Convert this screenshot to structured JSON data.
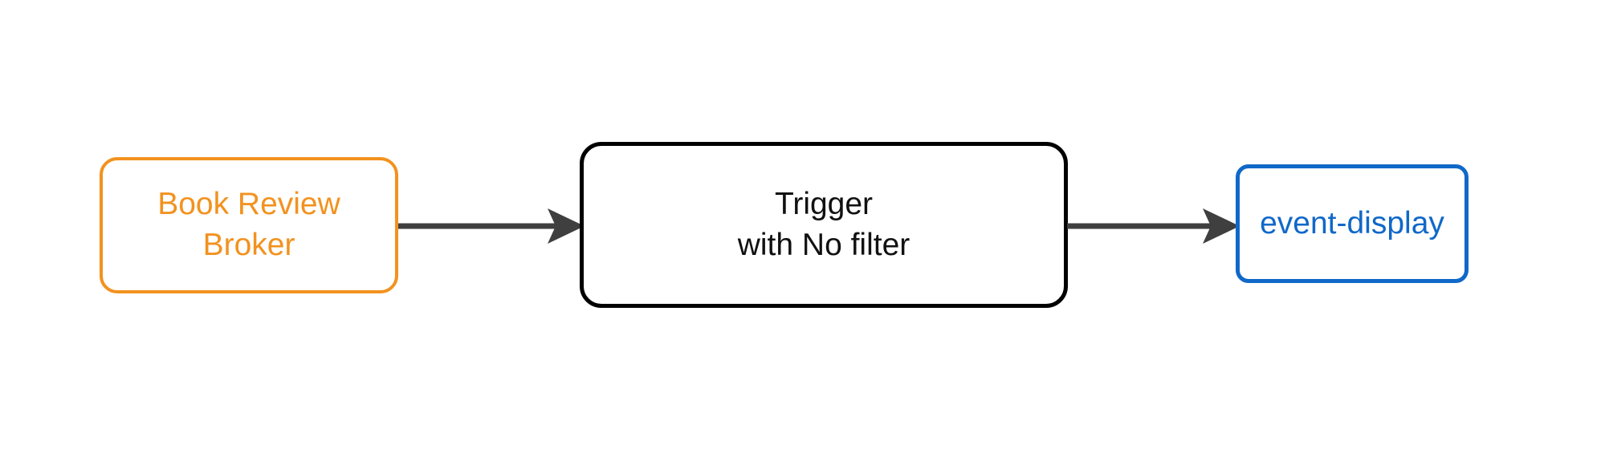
{
  "diagram": {
    "title": "",
    "background_color": "#ffffff",
    "type": "flow-diagram",
    "direction": "left-to-right",
    "nodes": [
      {
        "id": "book-review-broker",
        "role": "source-broker",
        "lines": [
          "Book Review",
          "Broker"
        ],
        "border_color": "#f2921f",
        "text_color": "#f2921f",
        "fill_color": "#ffffff",
        "shape": "rounded-rectangle"
      },
      {
        "id": "trigger",
        "role": "trigger",
        "lines": [
          "Trigger",
          "with No filter"
        ],
        "border_color": "#000000",
        "text_color": "#111111",
        "fill_color": "#ffffff",
        "shape": "rounded-rectangle"
      },
      {
        "id": "event-display",
        "role": "sink-service",
        "lines": [
          "event-display"
        ],
        "border_color": "#1068c8",
        "text_color": "#1068c8",
        "fill_color": "#ffffff",
        "shape": "rounded-rectangle"
      }
    ],
    "edges": [
      {
        "id": "edge-broker-to-trigger",
        "from": "book-review-broker",
        "to": "trigger",
        "label": "",
        "color": "#3f3f3f",
        "arrowhead": "filled-triangle"
      },
      {
        "id": "edge-trigger-to-display",
        "from": "trigger",
        "to": "event-display",
        "label": "",
        "color": "#3f3f3f",
        "arrowhead": "filled-triangle"
      }
    ]
  }
}
